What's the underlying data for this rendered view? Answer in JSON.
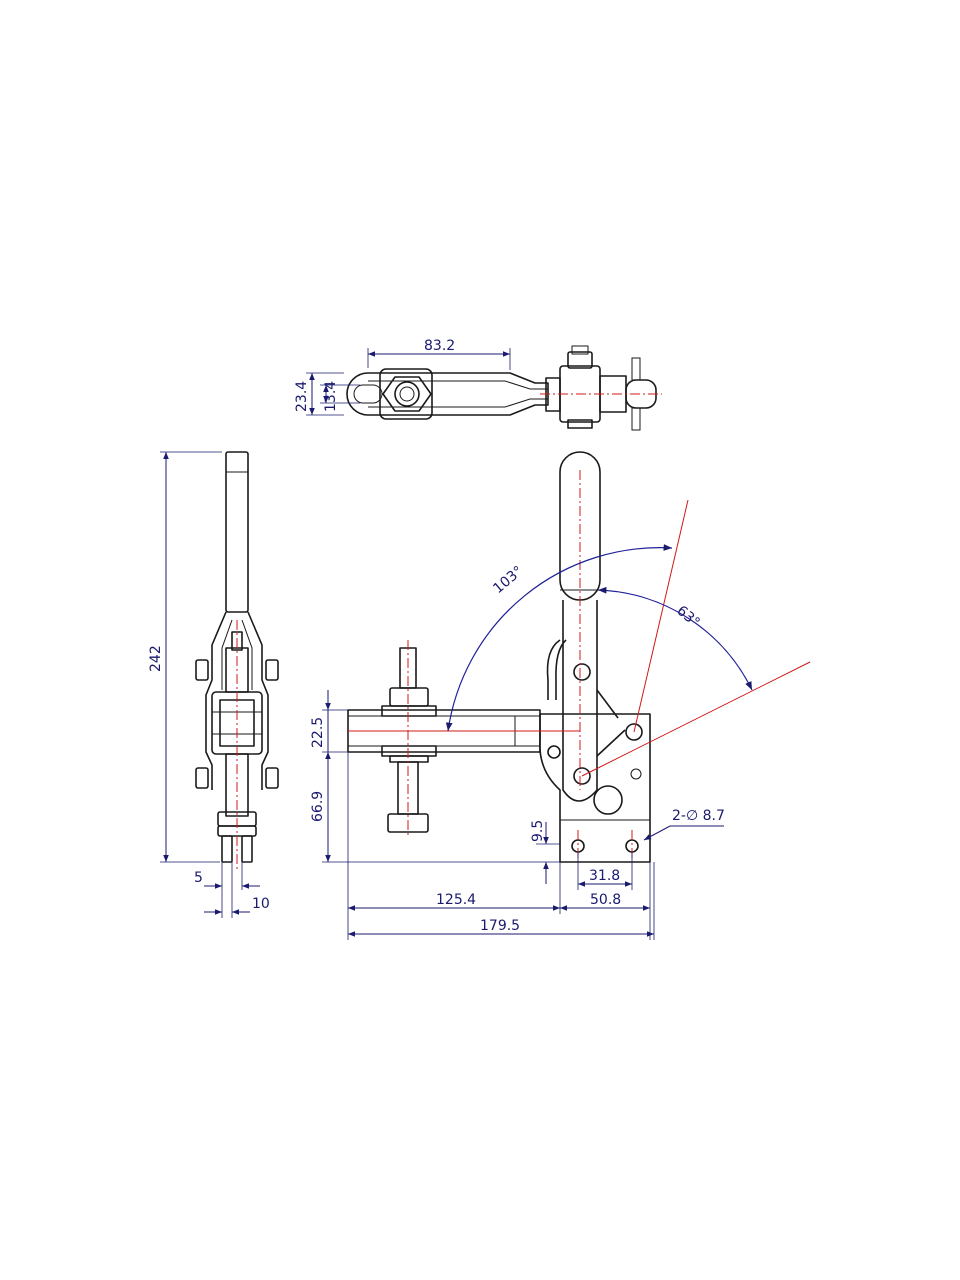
{
  "dimensions": {
    "top_length": "83.2",
    "top_height_outer": "23.4",
    "top_height_inner": "13.4",
    "side_height": "242",
    "side_width_small": "5",
    "side_width_large": "10",
    "arm_thickness": "22.5",
    "arm_height": "66.9",
    "base_thickness": "9.5",
    "hole_spacing": "31.8",
    "base_length": "50.8",
    "arm_reach": "125.4",
    "overall_length": "179.5",
    "hole_callout": "2-∅ 8.7",
    "angle_open": "103°",
    "angle_handle": "63°"
  },
  "colors": {
    "outline": "#1a1a1a",
    "centerline": "#d01818",
    "dimension": "#1a1a6e"
  }
}
